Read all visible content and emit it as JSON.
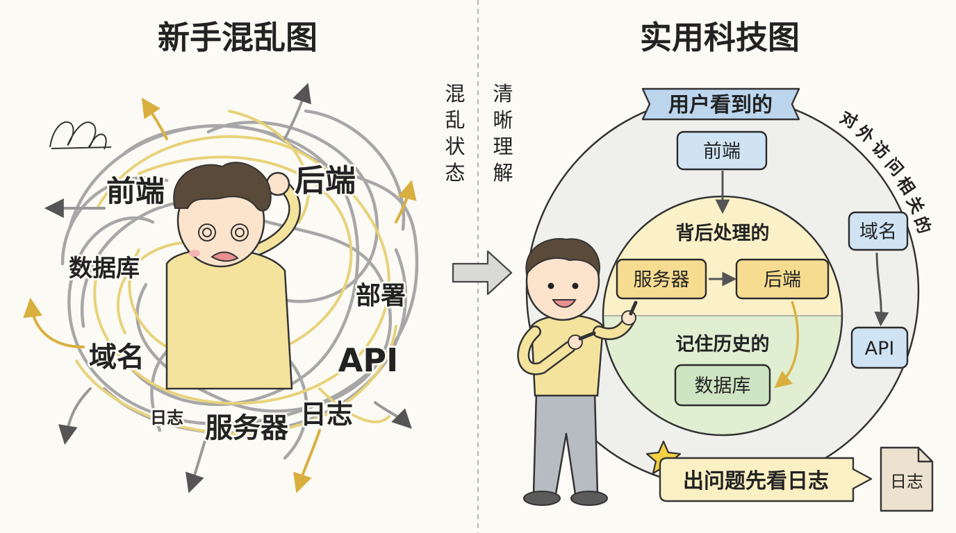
{
  "left_panel": {
    "title": "新手混乱图",
    "tangle_words": [
      "前端",
      "后端",
      "数据库",
      "部署",
      "域名",
      "API",
      "日志",
      "服务器",
      "日志"
    ]
  },
  "divider": {
    "left_label": "混乱状态",
    "right_label": "清晰理解"
  },
  "right_panel": {
    "title": "实用科技图",
    "banner": "用户看到的",
    "outer_ring_label": "对外访问相关的",
    "frontend": "前端",
    "inner_top_label": "背后处理的",
    "server": "服务器",
    "backend": "后端",
    "inner_bottom_label": "记住历史的",
    "database": "数据库",
    "domain": "域名",
    "api": "API",
    "tip": "出问题先看日志",
    "log_file": "日志"
  },
  "colors": {
    "blue_box": "#cfe3f3",
    "yellow_zone": "#fbf1c8",
    "yellow_box": "#f6dc91",
    "green_zone": "#e0eed2",
    "green_box": "#cfe4c2",
    "outer_circle": "#efefec",
    "banner": "#bcd6ee",
    "tip_box": "#fbf0c4",
    "file": "#ece2cf",
    "star": "#f5cf45"
  },
  "icons": [
    "scribble-icon",
    "right-arrow-icon",
    "star-icon",
    "file-icon",
    "confused-boy",
    "pointing-boy"
  ]
}
